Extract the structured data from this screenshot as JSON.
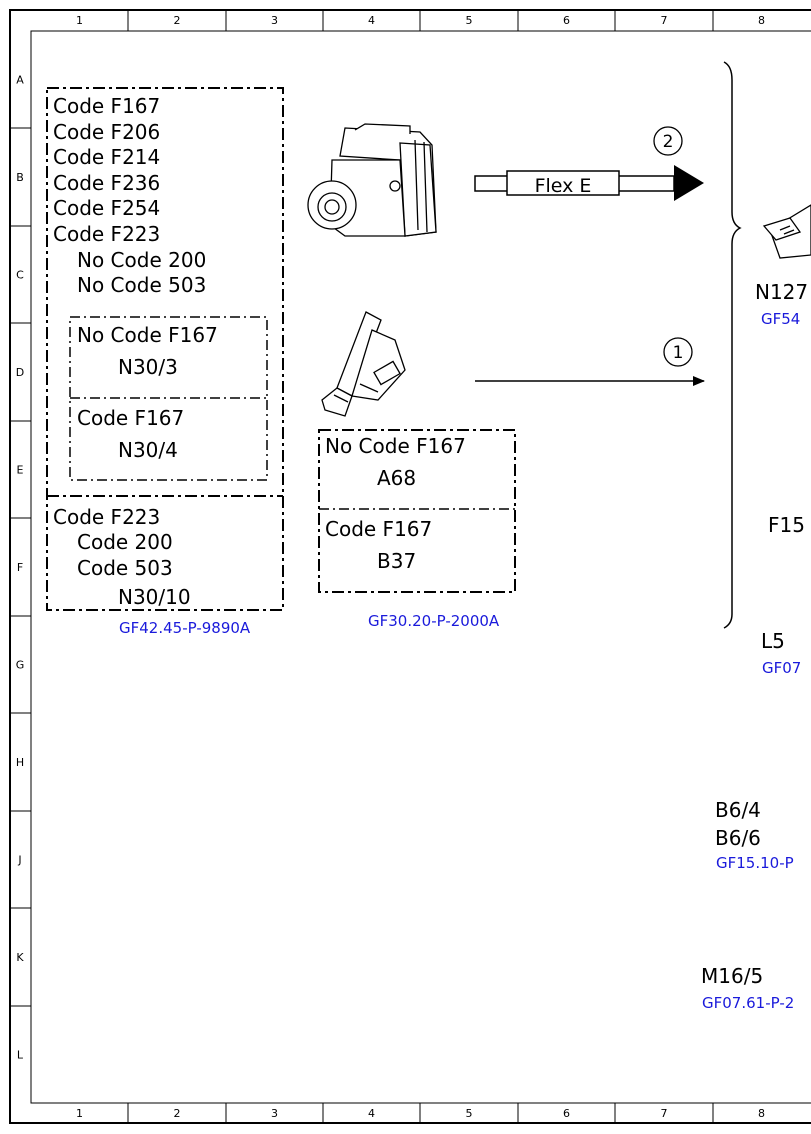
{
  "grid": {
    "columns": [
      "1",
      "2",
      "3",
      "4",
      "5",
      "6",
      "7",
      "8"
    ],
    "rows": [
      "A",
      "B",
      "C",
      "D",
      "E",
      "F",
      "G",
      "H",
      "J",
      "K",
      "L"
    ]
  },
  "left_block": {
    "codes": [
      "Code F167",
      "Code F206",
      "Code F214",
      "Code F236",
      "Code F254",
      "Code F223"
    ],
    "no_codes": [
      "No Code 200",
      "No Code 503"
    ],
    "sub_no_f167": {
      "condition": "No Code F167",
      "component": "N30/3"
    },
    "sub_f167": {
      "condition": "Code F167",
      "component": "N30/4"
    },
    "lower": {
      "codes": [
        "Code F223",
        "Code 200",
        "Code 503"
      ],
      "component": "N30/10"
    },
    "ref": "GF42.45-P-9890A"
  },
  "middle_block": {
    "no_f167": {
      "condition": "No Code F167",
      "component": "A68"
    },
    "f167": {
      "condition": "Code F167",
      "component": "B37"
    },
    "ref": "GF30.20-P-2000A"
  },
  "connections": {
    "flex_label": "Flex E",
    "circle_top": "2",
    "circle_bottom": "1"
  },
  "right_labels": {
    "n127": "N127",
    "gf54": "GF54",
    "f15": "F15",
    "l5": "L5",
    "gf07": "GF07",
    "b6_4": "B6/4",
    "b6_6": "B6/6",
    "gf15": "GF15.10-P",
    "m16_5": "M16/5",
    "gf07_61": "GF07.61-P-2"
  }
}
